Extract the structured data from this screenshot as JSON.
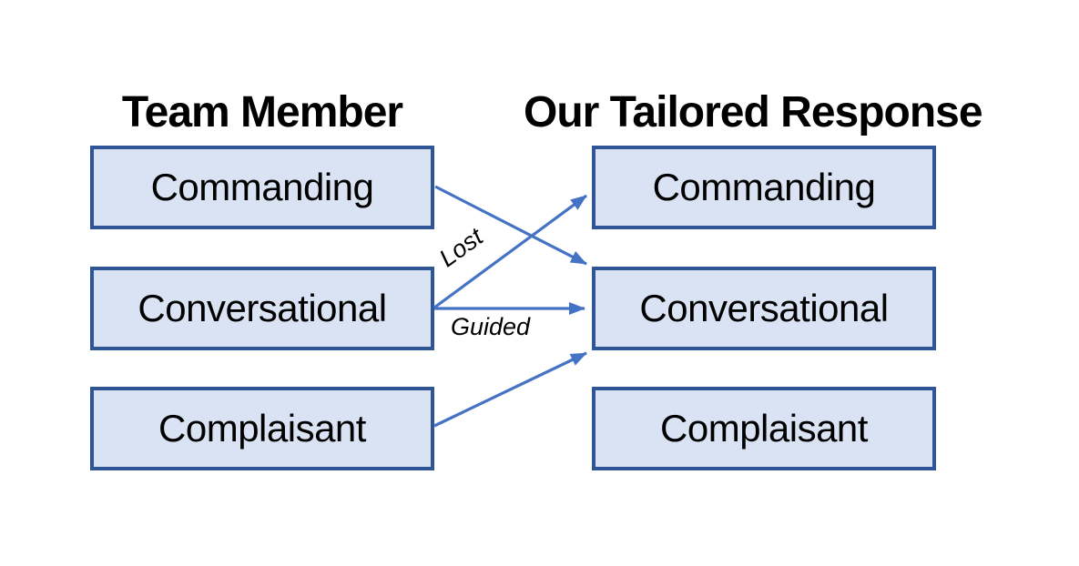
{
  "diagram": {
    "title_left": "Team Member",
    "title_right": "Our Tailored Response",
    "columns": [
      {
        "title": "Team Member",
        "items": [
          {
            "label": "Commanding"
          },
          {
            "label": "Conversational"
          },
          {
            "label": "Complaisant"
          }
        ]
      },
      {
        "title": "Our Tailored Response",
        "items": [
          {
            "label": "Commanding"
          },
          {
            "label": "Conversational"
          },
          {
            "label": "Complaisant"
          }
        ]
      }
    ],
    "arrows": [
      {
        "from": "team-member-commanding",
        "to": "response-conversational",
        "label": ""
      },
      {
        "from": "team-member-conversational",
        "to": "response-commanding",
        "label": "Lost"
      },
      {
        "from": "team-member-conversational",
        "to": "response-conversational",
        "label": "Guided"
      },
      {
        "from": "team-member-complaisant",
        "to": "response-conversational",
        "label": ""
      }
    ],
    "colors": {
      "background": "#ffffff",
      "box_fill": "#dae3f3",
      "box_border": "#2f5597",
      "arrow": "#4472c4",
      "text": "#000000"
    }
  }
}
